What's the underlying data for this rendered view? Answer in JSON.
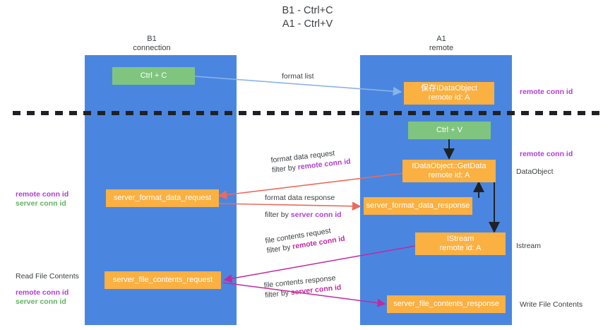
{
  "title": {
    "line1": "B1 - Ctrl+C",
    "line2": "A1 - Ctrl+V"
  },
  "lanes": [
    {
      "id": "b1",
      "name": "B1",
      "role": "connection",
      "color": "#4a86e0"
    },
    {
      "id": "a1",
      "name": "A1",
      "role": "remote",
      "color": "#4a86e0"
    }
  ],
  "nodes": {
    "ctrl_c": {
      "label": "Ctrl + C",
      "color": "#7fc57f"
    },
    "ctrl_v": {
      "label": "Ctrl + V",
      "color": "#7fc57f"
    },
    "save_dataobject": {
      "line1": "保存IDataObject",
      "line2": "remote id: A",
      "color": "#fbb042"
    },
    "getdata": {
      "line1": "IDataObject::GetData",
      "line2": "remote id: A",
      "color": "#fbb042"
    },
    "istream": {
      "line1": "IStream",
      "line2": "remote id: A",
      "color": "#fbb042"
    },
    "server_format_data_request": {
      "label": "server_format_data_request",
      "color": "#fbb042"
    },
    "server_format_data_response": {
      "label": "server_format_data_response",
      "color": "#fbb042"
    },
    "server_file_contents_request": {
      "label": "server_file_contents_request",
      "color": "#fbb042"
    },
    "server_file_contents_response": {
      "label": "server_file_contents_response",
      "color": "#fbb042"
    }
  },
  "edges": {
    "format_list": {
      "label": "format list"
    },
    "format_data_request": {
      "label": "format data request",
      "filter_prefix": "filter by ",
      "filter_key": "remote conn id"
    },
    "format_data_response": {
      "label": "format data response",
      "filter_prefix": "filter by ",
      "filter_key": "server conn id"
    },
    "file_contents_request": {
      "label": "file contents request",
      "filter_prefix": "filter by ",
      "filter_key": "remote conn id"
    },
    "file_contents_response": {
      "label": "file contents response",
      "filter_prefix": "filter by ",
      "filter_key": "server conn id"
    }
  },
  "annotations": {
    "left_mid_remote": "remote conn id",
    "left_mid_server": "server conn id",
    "left_read_file_contents": "Read File Contents",
    "left_low_remote": "remote conn id",
    "left_low_server": "server conn id",
    "right_top_remote": "remote conn id",
    "right_mid_remote": "remote conn id",
    "right_dataobject": "DataObject",
    "right_istream": "Istream",
    "right_write_file_contents": "Write File Contents"
  },
  "colors": {
    "lane": "#4a86e0",
    "green_node": "#7fc57f",
    "orange_node": "#fbb042",
    "purple": "#b03fd0",
    "green_text": "#63b363",
    "magenta": "#c02a9e",
    "red_arrow": "#ea6b5e",
    "blue_arrow": "#8ab4e8",
    "dashed_divider": "#202124"
  }
}
